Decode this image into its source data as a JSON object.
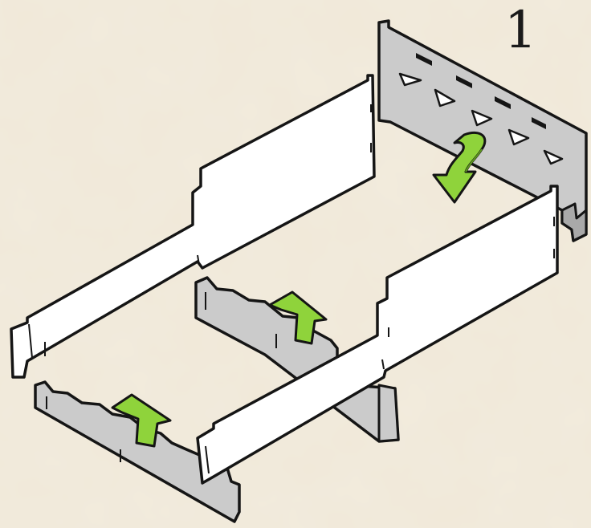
{
  "step": {
    "number": "1"
  },
  "colors": {
    "background": "#f1e9d9",
    "white_panel": "#ffffff",
    "grey_panel": "#cbcbcb",
    "arrow": "#8fd33b",
    "outline": "#151515"
  },
  "parts": [
    "back-grey-panel",
    "left-white-side-panel",
    "right-white-side-panel",
    "middle-grey-divider",
    "front-grey-divider"
  ],
  "arrows": [
    {
      "name": "curved-down-arrow",
      "direction": "down"
    },
    {
      "name": "up-arrow-middle",
      "direction": "up"
    },
    {
      "name": "up-arrow-front",
      "direction": "up"
    }
  ]
}
